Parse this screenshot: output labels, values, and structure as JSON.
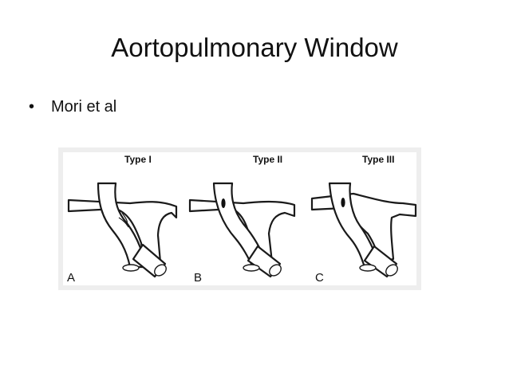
{
  "slide": {
    "title": "Aortopulmonary Window",
    "bullet_symbol": "•",
    "bullet": "Mori et al"
  },
  "figure": {
    "panels": [
      {
        "type_label": "Type I",
        "letter": "A"
      },
      {
        "type_label": "Type II",
        "letter": "B"
      },
      {
        "type_label": "Type III",
        "letter": "C"
      }
    ]
  }
}
